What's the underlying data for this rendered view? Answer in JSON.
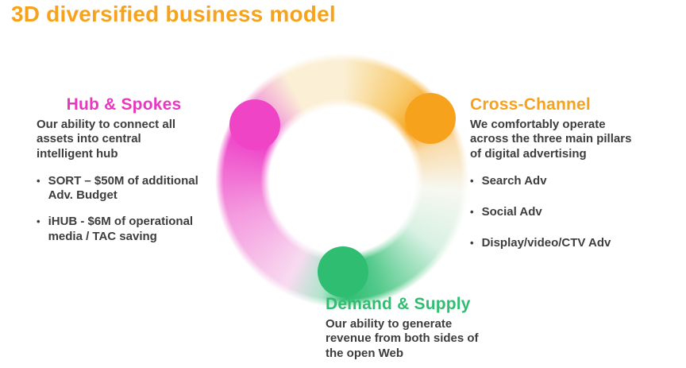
{
  "title": "3D diversified business model",
  "bullet_char": "•",
  "colors": {
    "accent_orange": "#F6A21C",
    "accent_pink": "#E838BF",
    "accent_green": "#2FBE71",
    "node_pink": "#F044C6",
    "body_text": "#3C3D3F"
  },
  "sections": {
    "hub_spokes": {
      "heading": "Hub & Spokes",
      "description": "Our ability to connect all\nassets into central\nintelligent hub",
      "bullets": [
        "SORT – $50M of additional\nAdv. Budget",
        "iHUB - $6M of operational\nmedia / TAC  saving"
      ]
    },
    "cross_channel": {
      "heading": "Cross-Channel",
      "description": "We comfortably operate\nacross the three main pillars\nof digital advertising",
      "bullets": [
        "Search Adv",
        "Social Adv",
        "Display/video/CTV Adv"
      ]
    },
    "demand_supply": {
      "heading": "Demand & Supply",
      "description": "Our ability to generate\nrevenue from both sides of\nthe open Web"
    }
  }
}
